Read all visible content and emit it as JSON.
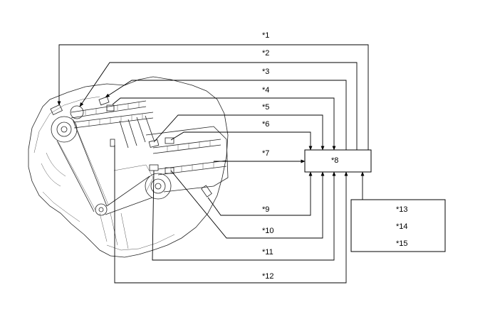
{
  "callouts": {
    "c1": "*1",
    "c2": "*2",
    "c3": "*3",
    "c4": "*4",
    "c5": "*5",
    "c6": "*6",
    "c7": "*7",
    "c8": "*8",
    "c9": "*9",
    "c10": "*10",
    "c11": "*11",
    "c12": "*12",
    "c13": "*13",
    "c14": "*14",
    "c15": "*15"
  }
}
